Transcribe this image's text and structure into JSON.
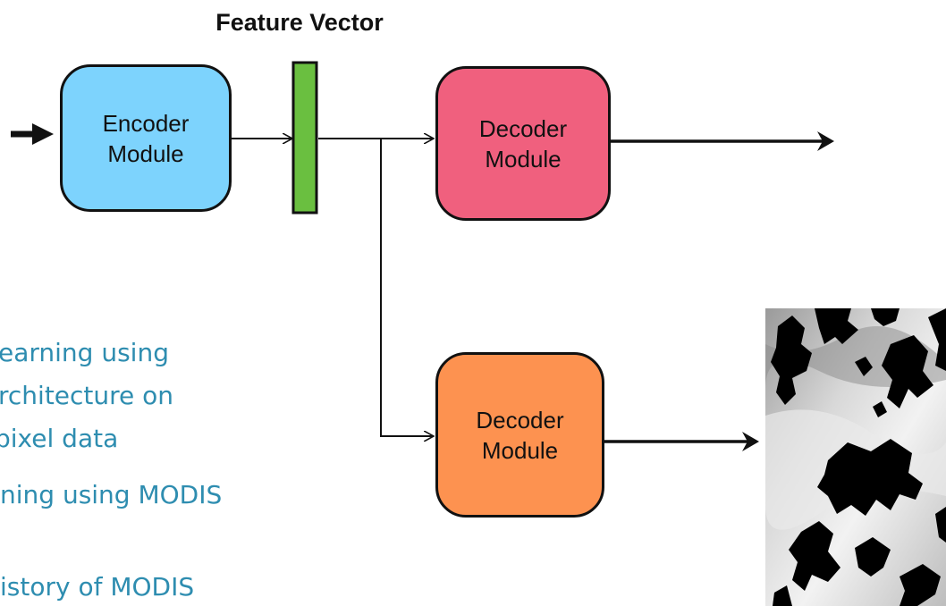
{
  "diagram": {
    "feature_vector_label": "Feature Vector",
    "encoder": {
      "line1": "Encoder",
      "line2": "Module"
    },
    "decoder_top": {
      "line1": "Decoder",
      "line2": "Module"
    },
    "decoder_bottom": {
      "line1": "Decoder",
      "line2": "Module"
    }
  },
  "bullets": [
    "earning using",
    "rchitecture on",
    "pixel data",
    "ning using MODIS",
    "istory of MODIS"
  ],
  "colors": {
    "encoder": "#7dd3fd",
    "decoder_top": "#f0607e",
    "decoder_bottom": "#fd9250",
    "feature_vector": "#6abf40",
    "bullet_text": "#2e8db0"
  }
}
